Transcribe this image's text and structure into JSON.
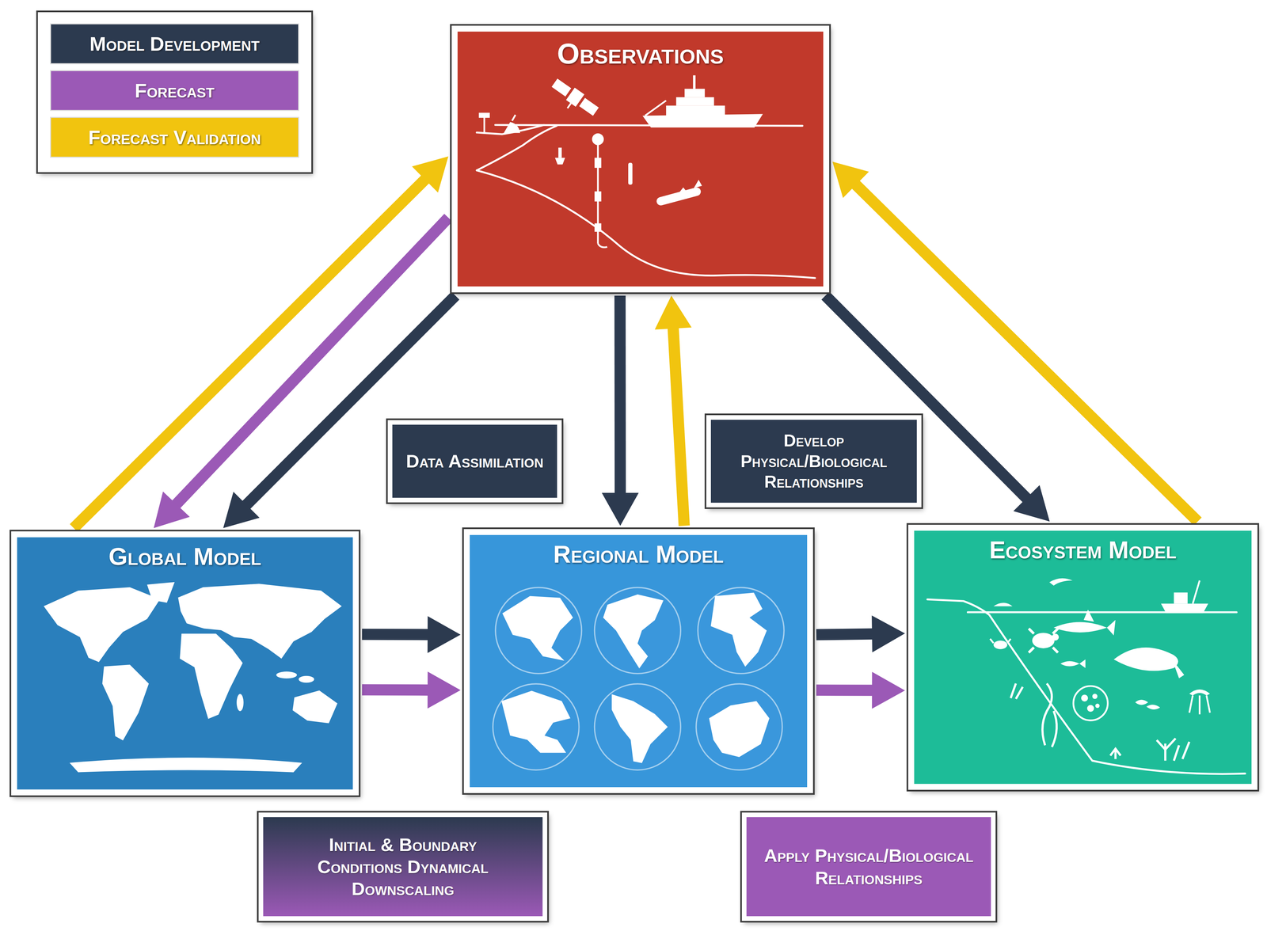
{
  "diagram": {
    "nodes": [
      {
        "text": [
          "Observations"
        ]
      },
      {
        "text": [
          "Data Assimilation"
        ]
      },
      {
        "text": [
          "Develop Physical/Biological Relationships"
        ]
      },
      {
        "text": [
          "Global Model"
        ]
      },
      {
        "text": [
          "Regional Model"
        ]
      },
      {
        "text": [
          "Ecosystem Model"
        ]
      },
      {
        "text": [
          "Initial & Boundary Conditions Dynamical Downscaling"
        ]
      },
      {
        "text": [
          "Apply Physical/Biological Relationships"
        ]
      }
    ],
    "edges": [
      {
        "from": 0,
        "to": 3,
        "arrow": "to"
      },
      {
        "from": 0,
        "to": 3,
        "arrow": "to"
      },
      {
        "from": 3,
        "to": 0,
        "arrow": "to"
      },
      {
        "from": 0,
        "to": 4,
        "arrow": "to"
      },
      {
        "from": 4,
        "to": 0,
        "arrow": "to"
      },
      {
        "from": 0,
        "to": 5,
        "arrow": "to"
      },
      {
        "from": 5,
        "to": 0,
        "arrow": "to"
      },
      {
        "from": 3,
        "to": 4,
        "arrow": "to"
      },
      {
        "from": 3,
        "to": 4,
        "arrow": "to"
      },
      {
        "from": 4,
        "to": 5,
        "arrow": "to"
      },
      {
        "from": 4,
        "to": 5,
        "arrow": "to"
      }
    ],
    "legend": [
      {
        "text": "Model Development",
        "color": "#2c3a4f"
      },
      {
        "text": "Forecast",
        "color": "#9b59b6"
      },
      {
        "text": "Forecast Validation",
        "color": "#f1c40f"
      }
    ]
  }
}
